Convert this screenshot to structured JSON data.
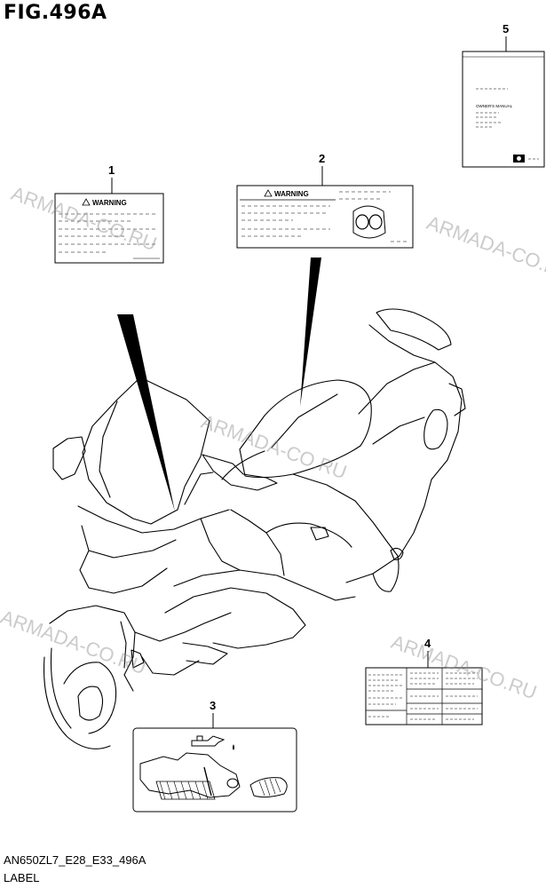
{
  "figure": {
    "title": "FIG.496A",
    "code": "AN650ZL7_E28_E33_496A",
    "caption": "LABEL"
  },
  "callouts": [
    "1",
    "2",
    "3",
    "4",
    "5"
  ],
  "labels": {
    "warning_1": "WARNING",
    "warning_2": "WARNING",
    "manual_text": "OWNER'S MANUAL"
  },
  "watermark": {
    "text": "ARMADA-CO.RU",
    "color": "#8c8c8c"
  },
  "icons": [
    "warning-triangle-icon",
    "oil-can-icon",
    "instrument-panel-icon"
  ]
}
